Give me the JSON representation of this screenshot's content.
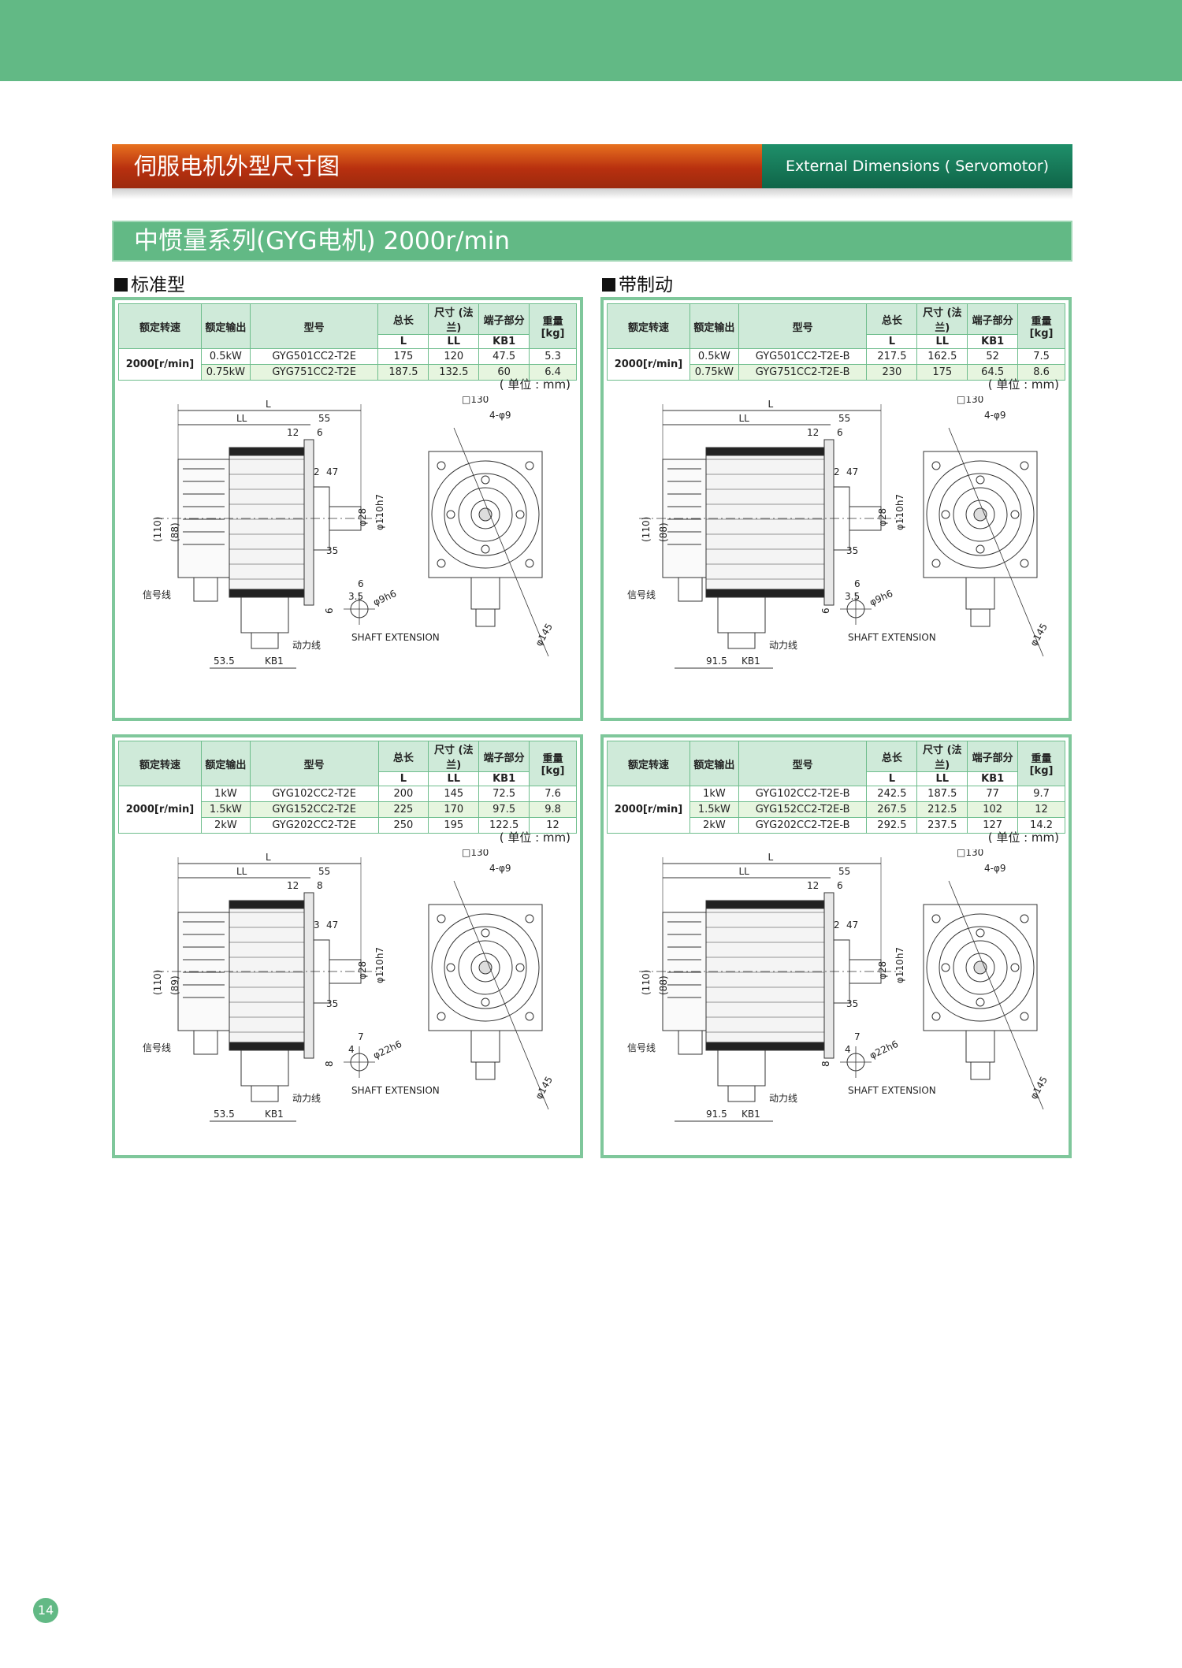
{
  "header": {
    "title_cn": "伺服电机外型尺寸图",
    "title_en": "External Dimensions ( Servomotor)"
  },
  "series_title": "中惯量系列(GYG电机) 2000r/min",
  "sections": {
    "standard": "标准型",
    "brake": "带制动"
  },
  "table_headers": {
    "speed": "额定转速",
    "output": "额定输出",
    "model": "型号",
    "total_length": "总长",
    "size_flange": "尺寸 (法兰)",
    "terminal": "端子部分",
    "weight": "重量 [kg]",
    "L": "L",
    "LL": "LL",
    "KB1": "KB1"
  },
  "unit_label": "( 单位 : mm)",
  "panels": [
    {
      "speed": "2000[r/min]",
      "rows": [
        {
          "output": "0.5kW",
          "model": "GYG501CC2-T2E",
          "L": "175",
          "LL": "120",
          "KB1": "47.5",
          "weight": "5.3"
        },
        {
          "output": "0.75kW",
          "model": "GYG751CC2-T2E",
          "L": "187.5",
          "LL": "132.5",
          "KB1": "60",
          "weight": "6.4"
        }
      ],
      "dims": {
        "L": "L",
        "LL": "LL",
        "d55": "55",
        "d12": "12",
        "d6": "6",
        "d2": "2",
        "d47": "47",
        "d35": "35",
        "d28": "φ28",
        "d110h7": "φ110h7",
        "d110": "(110)",
        "d88": "(88)",
        "d6b": "6",
        "d3_5": "3.5",
        "d9h6": "φ9h6",
        "d6c": "6",
        "d53_5": "53.5",
        "kb1": "KB1",
        "sq130": "□130",
        "hole": "4-φ9",
        "pcd": "φ145",
        "signal": "信号线",
        "power": "动力线",
        "shaft": "SHAFT EXTENSION"
      }
    },
    {
      "speed": "2000[r/min]",
      "rows": [
        {
          "output": "0.5kW",
          "model": "GYG501CC2-T2E-B",
          "L": "217.5",
          "LL": "162.5",
          "KB1": "52",
          "weight": "7.5"
        },
        {
          "output": "0.75kW",
          "model": "GYG751CC2-T2E-B",
          "L": "230",
          "LL": "175",
          "KB1": "64.5",
          "weight": "8.6"
        }
      ],
      "dims": {
        "L": "L",
        "LL": "LL",
        "d55": "55",
        "d12": "12",
        "d6": "6",
        "d2": "2",
        "d47": "47",
        "d35": "35",
        "d28": "φ28",
        "d110h7": "φ110h7",
        "d110": "(110)",
        "d88": "(88)",
        "d6b": "6",
        "d3_5": "3.5",
        "d9h6": "φ9h6",
        "d6c": "6",
        "d53_5": "91.5",
        "kb1": "KB1",
        "sq130": "□130",
        "hole": "4-φ9",
        "pcd": "φ145",
        "signal": "信号线",
        "power": "动力线",
        "shaft": "SHAFT EXTENSION"
      }
    },
    {
      "speed": "2000[r/min]",
      "rows": [
        {
          "output": "1kW",
          "model": "GYG102CC2-T2E",
          "L": "200",
          "LL": "145",
          "KB1": "72.5",
          "weight": "7.6"
        },
        {
          "output": "1.5kW",
          "model": "GYG152CC2-T2E",
          "L": "225",
          "LL": "170",
          "KB1": "97.5",
          "weight": "9.8"
        },
        {
          "output": "2kW",
          "model": "GYG202CC2-T2E",
          "L": "250",
          "LL": "195",
          "KB1": "122.5",
          "weight": "12"
        }
      ],
      "dims": {
        "L": "L",
        "LL": "LL",
        "d55": "55",
        "d12": "12",
        "d6": "8",
        "d2": "3",
        "d47": "47",
        "d35": "35",
        "d28": "φ28",
        "d110h7": "φ110h7",
        "d110": "(110)",
        "d88": "(89)",
        "d6b": "7",
        "d3_5": "4",
        "d9h6": "φ22h6",
        "d6c": "8",
        "d53_5": "53.5",
        "kb1": "KB1",
        "sq130": "□130",
        "hole": "4-φ9",
        "pcd": "φ145",
        "signal": "信号线",
        "power": "动力线",
        "shaft": "SHAFT EXTENSION"
      }
    },
    {
      "speed": "2000[r/min]",
      "rows": [
        {
          "output": "1kW",
          "model": "GYG102CC2-T2E-B",
          "L": "242.5",
          "LL": "187.5",
          "KB1": "77",
          "weight": "9.7"
        },
        {
          "output": "1.5kW",
          "model": "GYG152CC2-T2E-B",
          "L": "267.5",
          "LL": "212.5",
          "KB1": "102",
          "weight": "12"
        },
        {
          "output": "2kW",
          "model": "GYG202CC2-T2E-B",
          "L": "292.5",
          "LL": "237.5",
          "KB1": "127",
          "weight": "14.2"
        }
      ],
      "dims": {
        "L": "L",
        "LL": "LL",
        "d55": "55",
        "d12": "12",
        "d6": "6",
        "d2": "2",
        "d47": "47",
        "d35": "35",
        "d28": "φ28",
        "d110h7": "φ110h7",
        "d110": "(110)",
        "d88": "(88)",
        "d6b": "7",
        "d3_5": "4",
        "d9h6": "φ22h6",
        "d6c": "8",
        "d53_5": "91.5",
        "kb1": "KB1",
        "sq130": "□130",
        "hole": "4-φ9",
        "pcd": "φ145",
        "signal": "信号线",
        "power": "动力线",
        "shaft": "SHAFT EXTENSION"
      }
    }
  ],
  "page_number": "14"
}
